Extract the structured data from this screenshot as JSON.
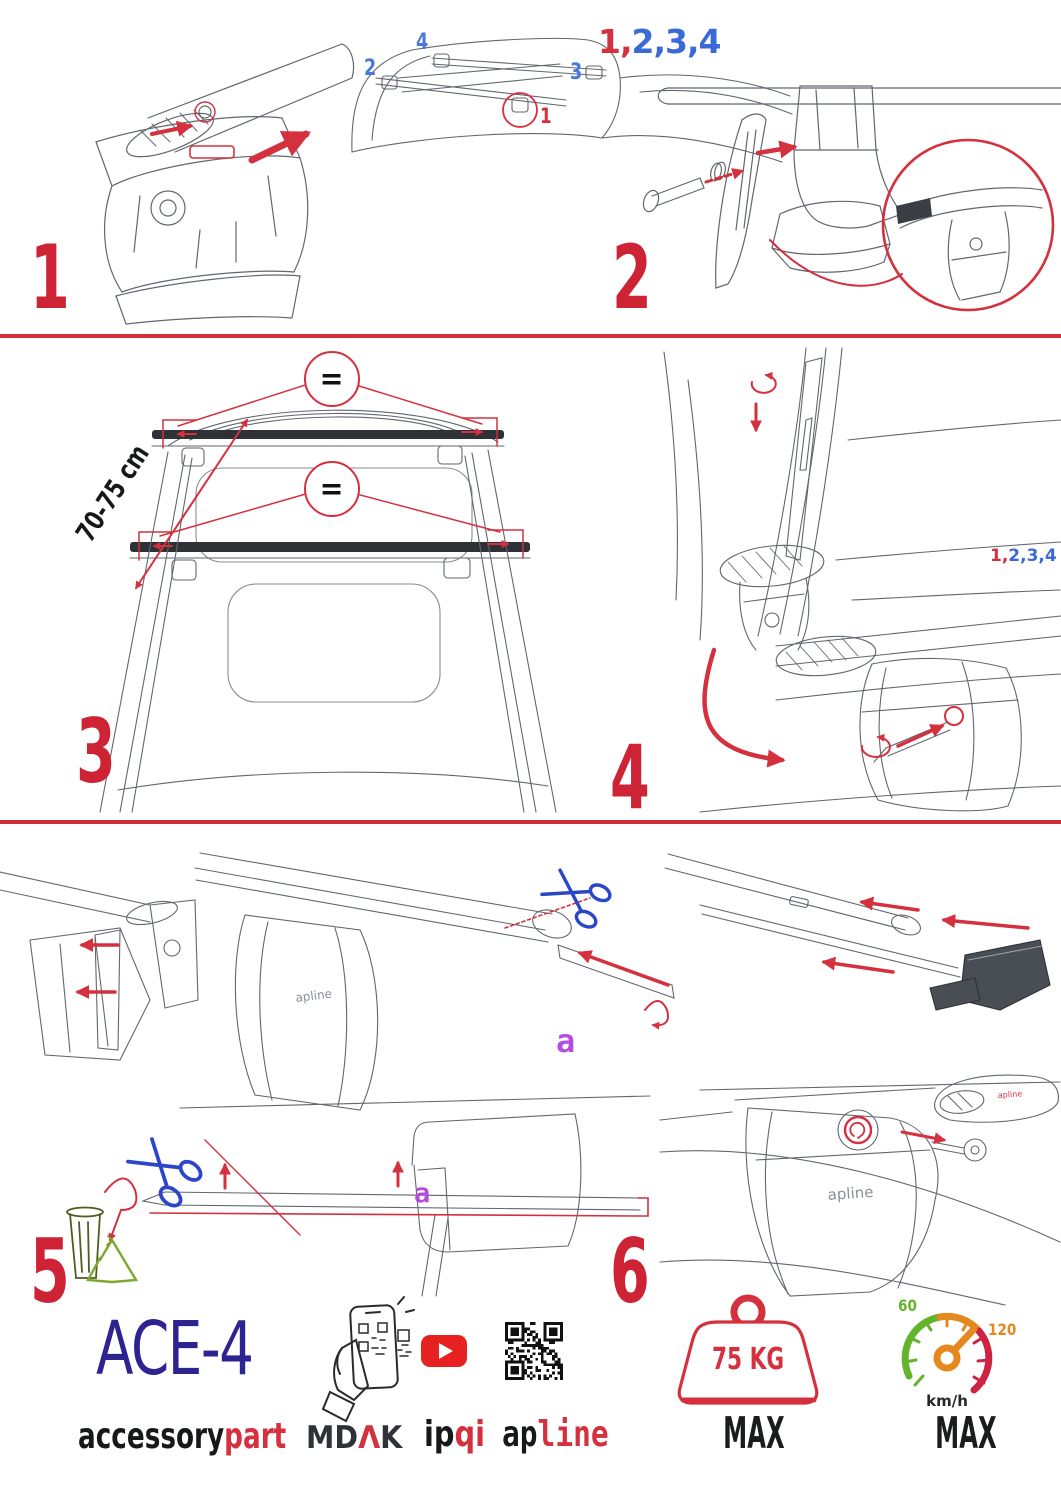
{
  "colors": {
    "red_accent": "#d5303e",
    "crimson_number": "#cd2334",
    "divider_red": "#cf2d38",
    "blue_label": "#3a6ad8",
    "purple_label": "#b44ce0",
    "navy_model": "#2e2491",
    "youtube_red": "#e6211f",
    "gauge_green": "#64b32c",
    "gauge_orange": "#e5891f",
    "gauge_red": "#cc2441",
    "recycle_green": "#7fa62f"
  },
  "step_numbers": {
    "s1": "1",
    "s2": "2",
    "s3": "3",
    "s4": "4",
    "s5": "5",
    "s6": "6"
  },
  "top_row": {
    "order_red": "1,",
    "order_blue": "2,3,4",
    "car_label_4": "4",
    "car_label_2": "2",
    "car_label_3": "3",
    "car_label_1": "1"
  },
  "mid_row": {
    "equal": "=",
    "measure": "70-75 cm",
    "order_red": "1,",
    "order_blue": "2,3,4"
  },
  "bottom_row": {
    "strip_label": "a",
    "foot_logo": "apline",
    "endcap_logo": "apline"
  },
  "branding": {
    "model": "ACE-4",
    "accessory": "accessory",
    "part": "part",
    "mdak_md": "MD",
    "mdak_lambda": "Λ",
    "mdak_k": "K",
    "ipqi_ip": "ip",
    "ipqi_qi": "qi",
    "apline_ap": "ap",
    "apline_line": "line"
  },
  "badges": {
    "weight_value": "75 KG",
    "weight_max": "MAX",
    "speed_low": "60",
    "speed_high": "120",
    "speed_unit": "km/h",
    "speed_max": "MAX"
  }
}
